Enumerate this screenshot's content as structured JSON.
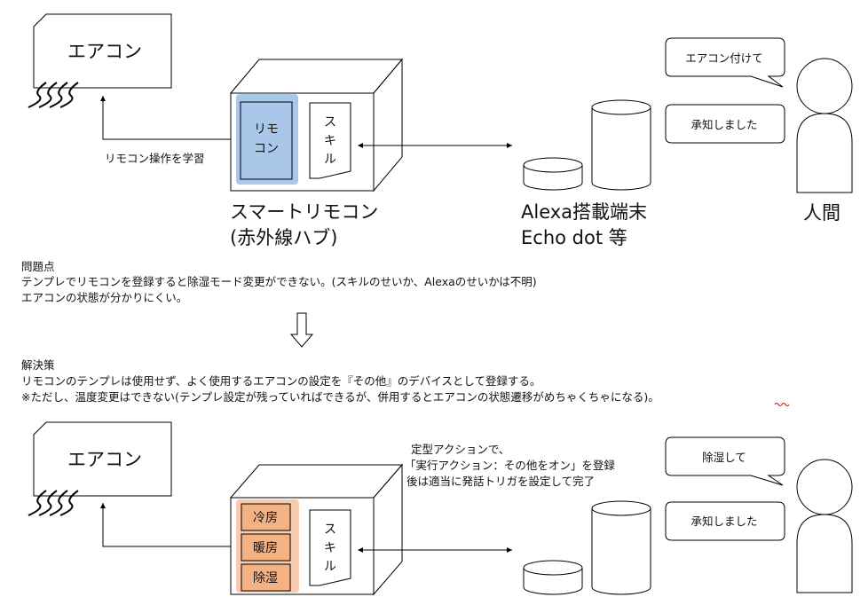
{
  "top": {
    "ac_label": "エアコン",
    "learn_label": "リモコン操作を学習",
    "remote_label_1": "リモ",
    "remote_label_2": "コン",
    "skill_label_1": "ス",
    "skill_label_2": "キ",
    "skill_label_3": "ル",
    "hub_label_1": "スマートリモコン",
    "hub_label_2": "(赤外線ハブ)",
    "alexa_label_1": "Alexa搭載端末",
    "alexa_label_2": "Echo dot 等",
    "bubble_1": "エアコン付けて",
    "bubble_2": "承知しました",
    "person_label": "人間"
  },
  "problem": {
    "title": "問題点",
    "line_1": "テンプレでリモコンを登録すると除湿モード変更ができない。(スキルのせいか、Alexaのせいかは不明)",
    "line_2": "エアコンの状態が分かりにくい。"
  },
  "solution": {
    "title": "解決策",
    "line_1": "リモコンのテンプレは使用せず、よく使用するエアコンの設定を『その他』のデバイスとして登録する。",
    "line_2": "※ただし、温度変更はできない(テンプレ設定が残っていればできるが、併用するとエアコンの状態遷移がめちゃくちゃになる)。"
  },
  "bottom": {
    "ac_label": "エアコン",
    "mode_1": "冷房",
    "mode_2": "暖房",
    "mode_3": "除湿",
    "skill_label_1": "ス",
    "skill_label_2": "キ",
    "skill_label_3": "ル",
    "routine_1": "定型アクションで、",
    "routine_2": "「実行アクション：その他をオン」を登録",
    "routine_3": "後は適当に発話トリガを設定して完了",
    "bubble_1": "除湿して",
    "bubble_2": "承知しました"
  },
  "colors": {
    "remote_fill": "#a9c7e8",
    "mode_fill": "#f4b183",
    "mode_panel": "#f8cbad",
    "stroke": "#000000"
  }
}
